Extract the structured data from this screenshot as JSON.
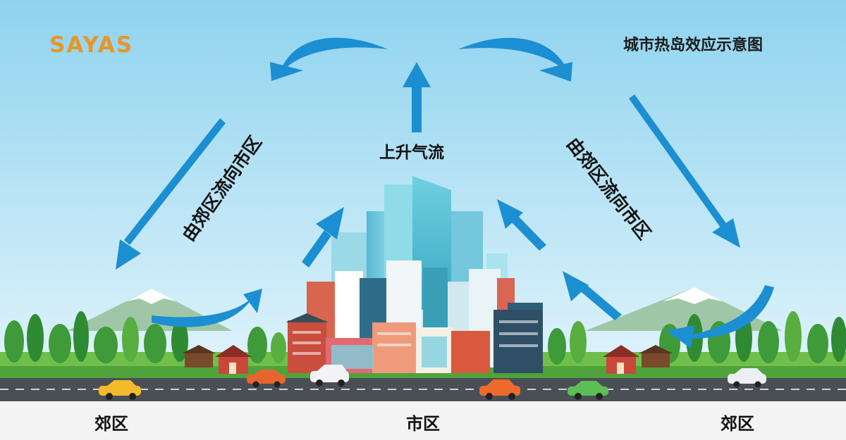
{
  "brand": {
    "logo_text": "SAYAS",
    "logo_color": "#e7962a"
  },
  "title": "城市热岛效应示意图",
  "labels": {
    "updraft": "上升气流",
    "inflow_left": "由郊区流向市区",
    "inflow_right": "由郊区流向市区"
  },
  "zones": {
    "left": "郊区",
    "center": "市区",
    "right": "郊区"
  },
  "colors": {
    "sky_top": "#8fd3ef",
    "sky_bottom": "#e6f6fc",
    "arrow": "#1b8fd1",
    "road": "#4a4f55",
    "grass": "#6fbf4a"
  }
}
